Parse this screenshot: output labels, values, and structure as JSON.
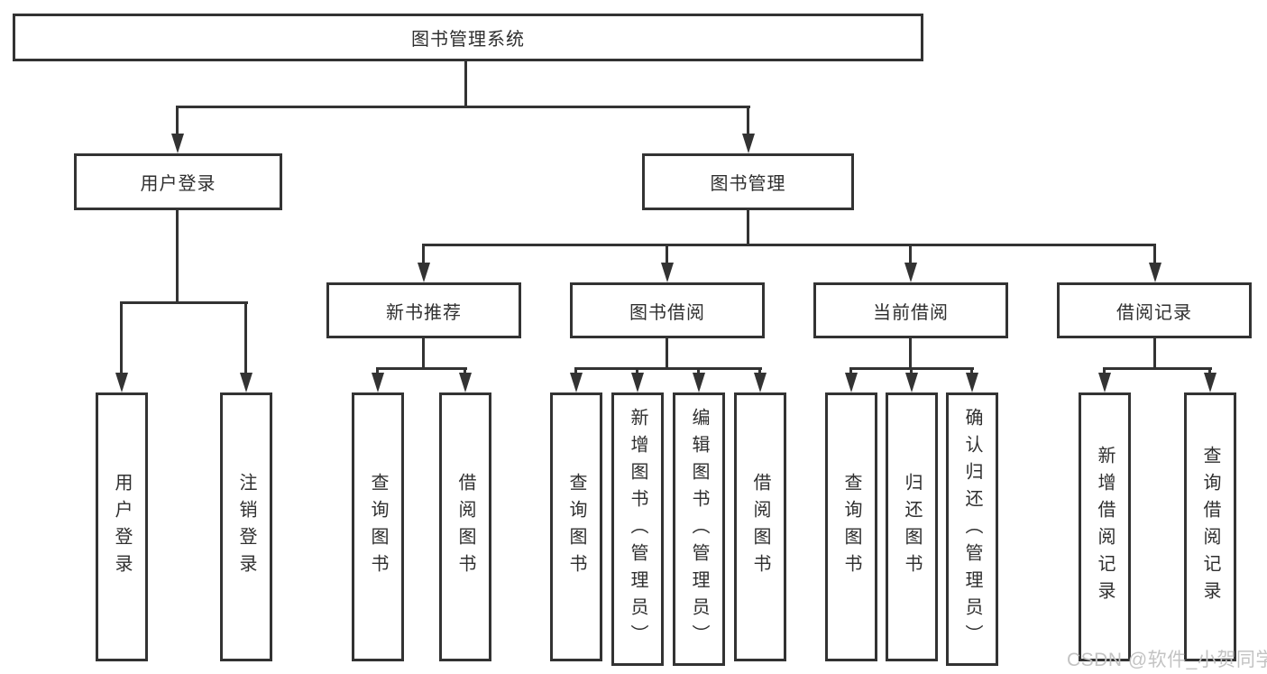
{
  "diagram": {
    "root": {
      "label": "图书管理系统"
    },
    "branches": [
      {
        "label": "用户登录",
        "children": [
          {
            "label": "用户登录"
          },
          {
            "label": "注销登录"
          }
        ]
      },
      {
        "label": "图书管理",
        "groups": [
          {
            "label": "新书推荐",
            "children": [
              {
                "label": "查询图书"
              },
              {
                "label": "借阅图书"
              }
            ]
          },
          {
            "label": "图书借阅",
            "children": [
              {
                "label": "查询图书"
              },
              {
                "label": "新增图书（管理员）"
              },
              {
                "label": "编辑图书（管理员）"
              },
              {
                "label": "借阅图书"
              }
            ]
          },
          {
            "label": "当前借阅",
            "children": [
              {
                "label": "查询图书"
              },
              {
                "label": "归还图书"
              },
              {
                "label": "确认归还（管理员）"
              }
            ]
          },
          {
            "label": "借阅记录",
            "children": [
              {
                "label": "新增借阅记录"
              },
              {
                "label": "查询借阅记录"
              }
            ]
          }
        ]
      }
    ]
  },
  "watermark": {
    "text": "CSDN @软件_小贺同学"
  },
  "colors": {
    "line": "#333333",
    "text": "#2f2f2f",
    "watermark": "#c3c3c3",
    "background": "#ffffff"
  }
}
